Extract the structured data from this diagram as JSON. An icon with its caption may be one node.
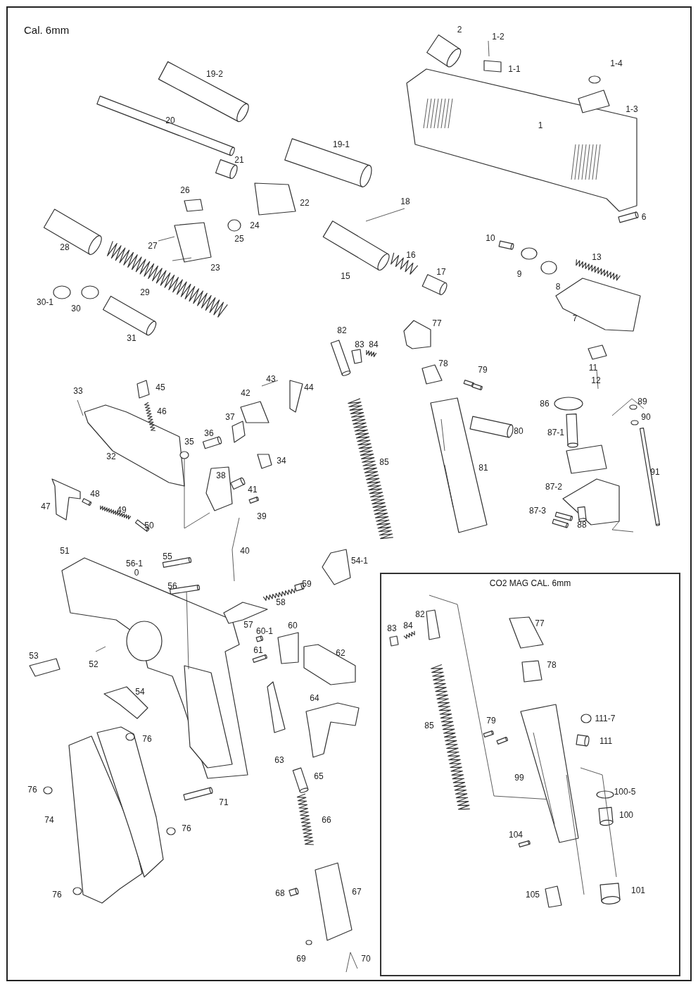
{
  "diagram": {
    "title": "Cal. 6mm",
    "nodes": [
      {
        "text": [
          "CO2 MAG CAL. 6mm"
        ]
      }
    ],
    "labels": [
      "2",
      "1-2",
      "1-1",
      "1-4",
      "1-3",
      "19-2",
      "1",
      "20",
      "19-1",
      "21",
      "22",
      "26",
      "18",
      "6",
      "24",
      "27",
      "25",
      "28",
      "10",
      "16",
      "13",
      "23",
      "15",
      "9",
      "8",
      "17",
      "29",
      "30-1",
      "30",
      "7",
      "31",
      "77",
      "82",
      "83",
      "84",
      "11",
      "78",
      "79",
      "45",
      "33",
      "43",
      "44",
      "12",
      "42",
      "46",
      "86",
      "89",
      "37",
      "90",
      "36",
      "80",
      "87-1",
      "35",
      "32",
      "34",
      "85",
      "81",
      "91",
      "38",
      "41",
      "87-2",
      "48",
      "47",
      "49",
      "39",
      "87-3",
      "50",
      "88",
      "51",
      "40",
      "54-1",
      "55",
      "56-1",
      "0",
      "56",
      "59",
      "58",
      "57",
      "60-1",
      "60",
      "53",
      "61",
      "62",
      "52",
      "54",
      "64",
      "76",
      "65",
      "63",
      "71",
      "76",
      "74",
      "66",
      "76",
      "68",
      "67",
      "76",
      "69",
      "70",
      "82",
      "83",
      "84",
      "77",
      "78",
      "85",
      "79",
      "111-7",
      "111",
      "99",
      "100-5",
      "100",
      "104",
      "105",
      "101"
    ]
  }
}
